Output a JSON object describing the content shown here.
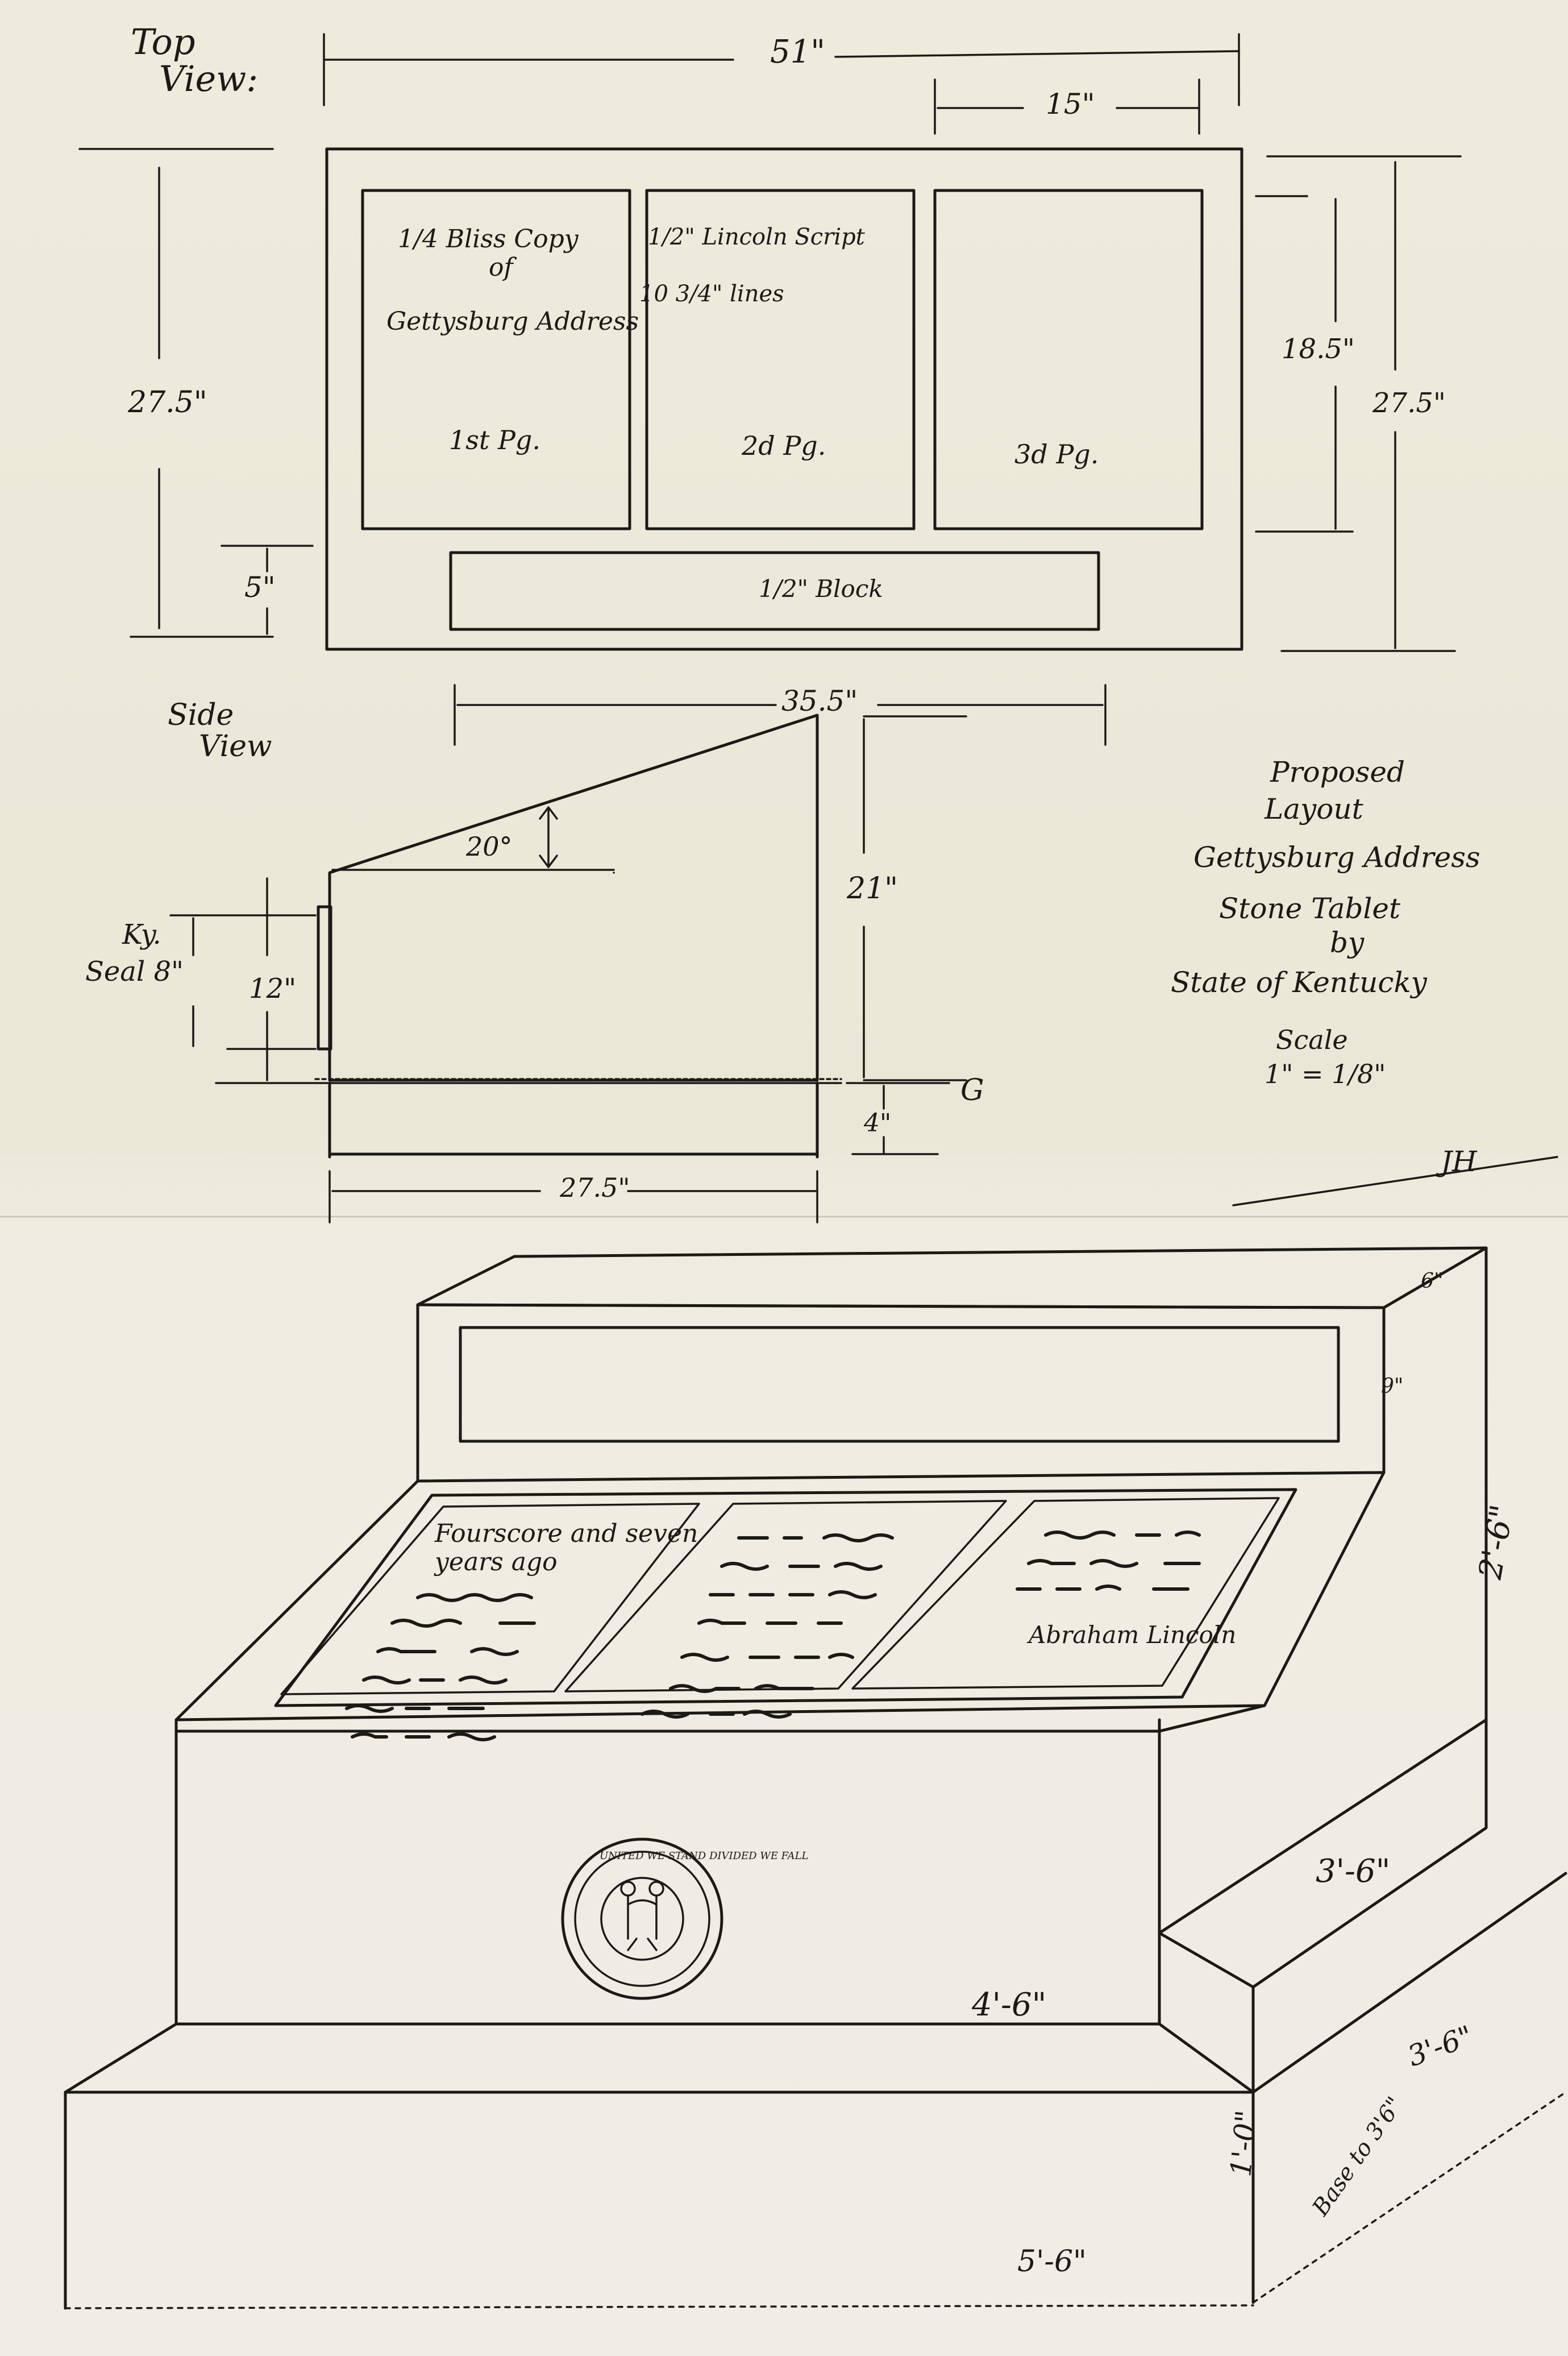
{
  "top_view": {
    "title_line1": "Top",
    "title_line2": "View:",
    "overall_width": "51\"",
    "panel_width": "15\"",
    "overall_depth_left": "27.5\"",
    "overall_depth_right": "27.5\"",
    "panel_height": "18.5\"",
    "block_height": "5\"",
    "panel1_line1": "1/4 Bliss Copy",
    "panel1_line2": "of",
    "panel1_line3": "Gettysburg Address",
    "panel1_page": "1st Pg.",
    "panel2_line1": "1/2\" Lincoln Script",
    "panel2_line2": "10 3/4\" lines",
    "panel2_page": "2d Pg.",
    "panel3_page": "3d Pg.",
    "block_label": "1/2\" Block"
  },
  "side_view": {
    "title_line1": "Side",
    "title_line2": "View",
    "top_length": "35.5\"",
    "angle": "20°",
    "height": "21\"",
    "seal_label_line1": "Ky.",
    "seal_label_line2": "Seal 8\"",
    "seal_height": "12\"",
    "base_height": "4\"",
    "base_width": "27.5\"",
    "ground_mark": "G"
  },
  "title_block": {
    "line1": "Proposed",
    "line2": "Layout",
    "line3": "Gettysburg Address",
    "line4": "Stone Tablet",
    "line5": "by",
    "line6": "State of Kentucky",
    "scale_label": "Scale",
    "scale_value": "1\" = 1/8\"",
    "initials": "JH"
  },
  "perspective": {
    "panel1_text_line1": "Fourscore and seven",
    "panel1_text_line2": "years ago",
    "panel3_signature": "Abraham Lincoln",
    "seal_text": "UNITED WE STAND DIVIDED WE FALL",
    "dim_top_depth": "6\"",
    "dim_top_height": "9\"",
    "dim_total_height": "2'-6\"",
    "dim_depth": "3'-6\"",
    "dim_width": "4'-6\"",
    "dim_base_height": "1'-0\"",
    "dim_base_depth": "3'-6\"",
    "dim_base_width": "5'-6\"",
    "dim_base_note": "Base to 3'6\""
  },
  "colors": {
    "paper": "#ece8d9",
    "ink": "#1c1a16"
  }
}
